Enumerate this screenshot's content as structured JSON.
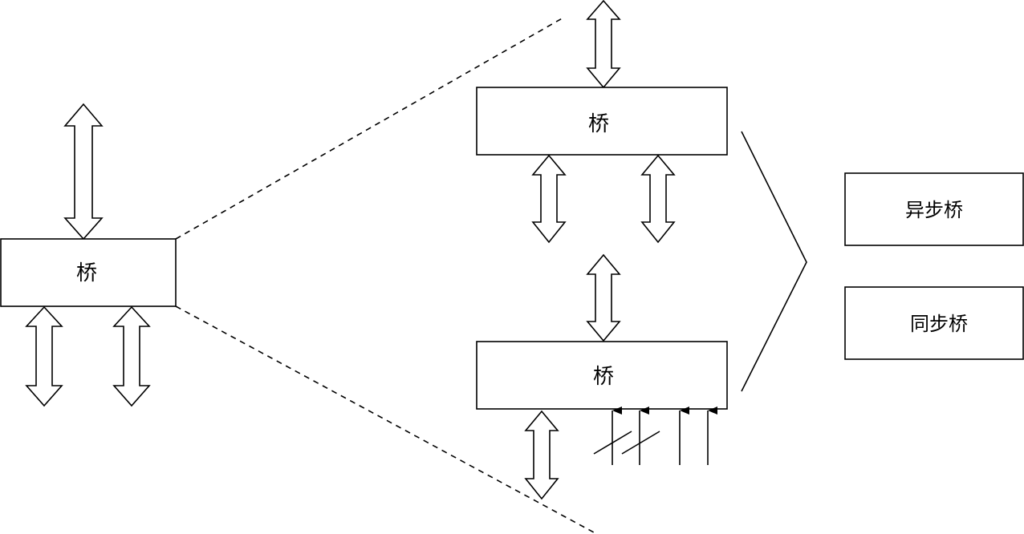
{
  "left_bridge": {
    "label": "桥"
  },
  "upper_bridge": {
    "label": "桥"
  },
  "lower_bridge": {
    "label": "桥"
  },
  "async_bridge": {
    "label": "异步桥"
  },
  "sync_bridge": {
    "label": "同步桥"
  }
}
